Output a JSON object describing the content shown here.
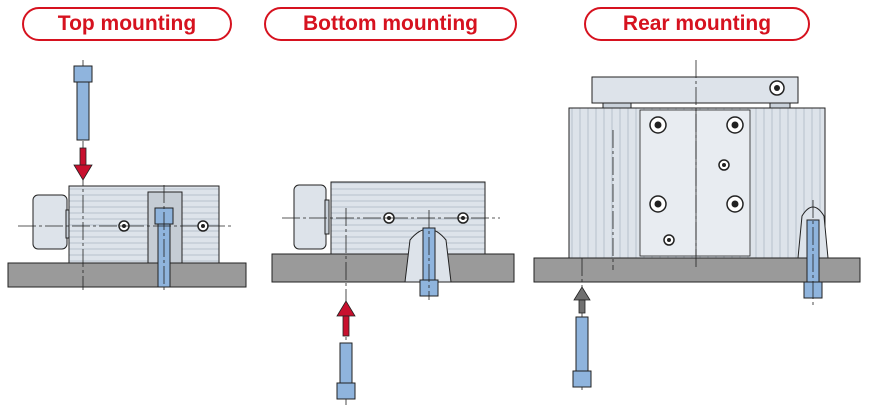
{
  "labels": {
    "top": "Top mounting",
    "bottom": "Bottom mounting",
    "rear": "Rear mounting"
  },
  "colors": {
    "label_red": "#d6121f",
    "arrow_red": "#c8102e",
    "arrow_gray": "#707070",
    "cylinder": "#dde3ea",
    "base": "#9a9a9a",
    "bolt": "#8fb4dd"
  },
  "icons": {
    "bolt": "hex-socket-bolt-icon",
    "arrow": "insert-direction-arrow-icon",
    "port": "circular-port-icon"
  }
}
